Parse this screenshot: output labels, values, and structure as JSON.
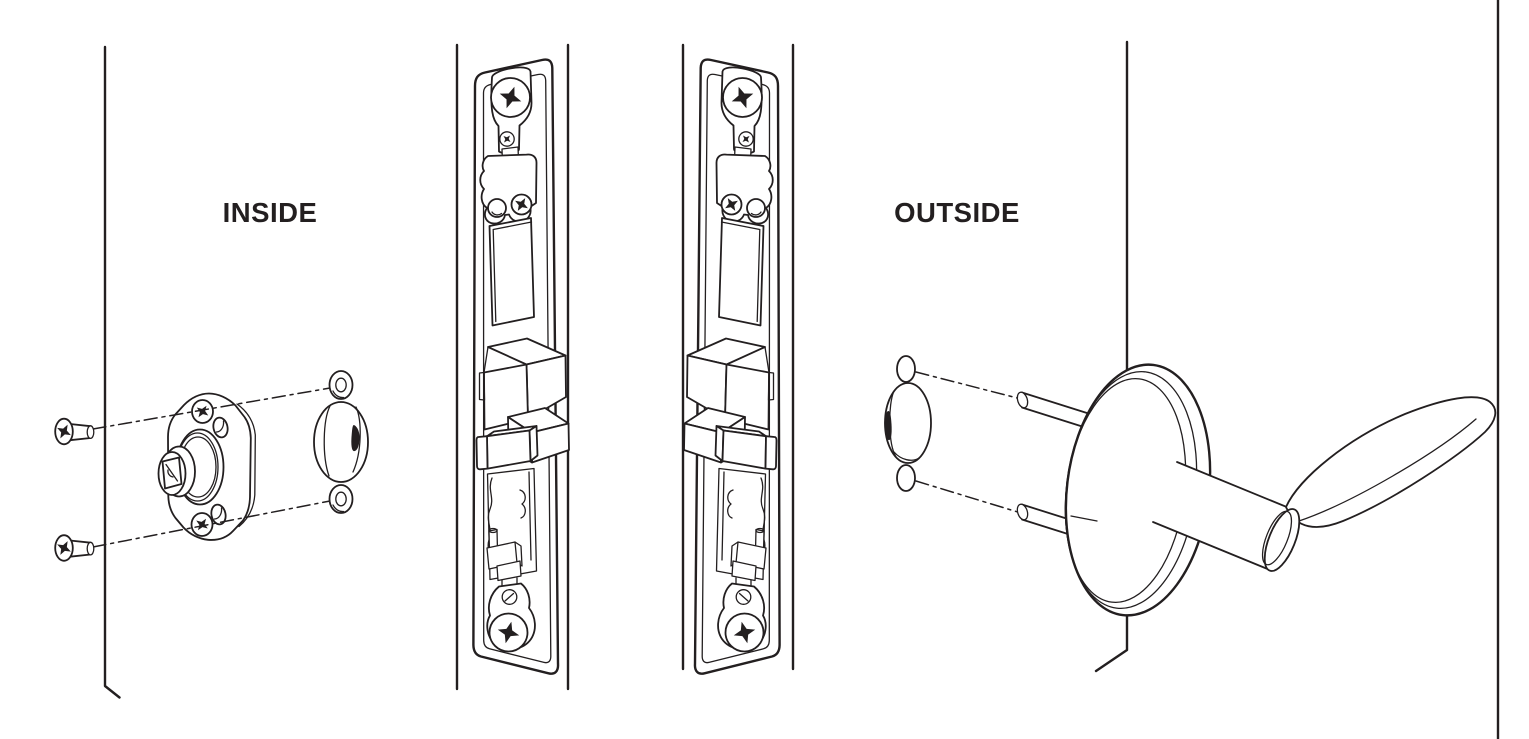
{
  "page": {
    "background_color": "#ffffff",
    "line_color": "#231f20",
    "kind": "door-lock-installation-exploded-diagram"
  },
  "labels": {
    "inside": "INSIDE",
    "outside": "OUTSIDE"
  },
  "icons": {
    "inside_assembly": [
      "flat-head-screw-icon",
      "flat-head-screw-icon",
      "inside-rose-plate-icon",
      "spindle-washer-icon",
      "spindle-washer-icon",
      "inside-turn-cap-icon"
    ],
    "edge_assemblies": [
      "latch-unit-icon",
      "latch-unit-icon"
    ],
    "outside_assembly": [
      "cylinder-cover-icon",
      "screw-hole-icon",
      "screw-hole-icon",
      "mounting-post-icon",
      "mounting-post-icon",
      "outside-rose-icon",
      "lever-handle-icon"
    ]
  }
}
